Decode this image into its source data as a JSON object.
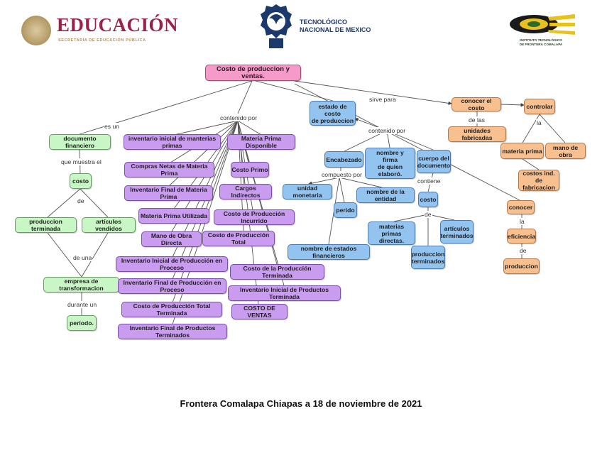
{
  "header": {
    "edu_title": "EDUCACIÓN",
    "edu_subtitle": "SECRETARÍA DE EDUCACIÓN PÚBLICA",
    "tec_line1": "TECNOLÓGICO",
    "tec_line2": "NACIONAL DE MEXICO",
    "inst_line1": "INSTITUTO TECNOLÓGICO",
    "inst_line2": "DE FRONTERA COMALAPA"
  },
  "nodes": {
    "root": "Costo de produccion y ventas.",
    "doc_fin": "documento financiero",
    "costo_g": "costo",
    "prod_term": "produccion terminada",
    "art_vend": "artículos vendidos",
    "empresa": "empresa de transformacion",
    "periodo": "periodo.",
    "p1": "inventario inicial de manterias primas",
    "p2": "Compras Netas de Materia Prima",
    "p3": "Inventario Final de Materia Prima",
    "p4": "Materia Prima Utilizada",
    "p5": "Mano de Obra Directa",
    "p6": "Inventario Inicial de Producción en Proceso",
    "p7": "Inventario Final de Producción en Proceso",
    "p8": "Costo de Producción Total Terminada",
    "p9": "Inventario Final de Productos Terminados",
    "q1": "Materia Prima Disponible",
    "q2": "Costo Primo",
    "q3": "Cargos Indirectos",
    "q4": "Costo de Producción Incurrido",
    "q5": "Costo de Producción Total",
    "q6": "Costo de la Producción Terminada",
    "q7": "Inventario Inicial de Productos Terminada",
    "q8": "COSTO DE VENTAS",
    "estado": "estado de costo\nde produccion",
    "encab": "Encabezado",
    "nombre_firma": "nombre y\nfirma\nde quien elaboró.",
    "cuerpo": "cuerpo del\ndocumento",
    "unidad": "unidad monetaria",
    "periodo_b": "perido",
    "nombre_ent": "nombre de la entidad",
    "nombre_est": "nombre de estados financieros",
    "costo_b": "costo",
    "mat_dir": "materias primas\ndirectas.",
    "art_term": "artículos\nterminados",
    "prod_term_b": "produccion\nterminados",
    "conocer_costo": "conocer el costo",
    "unidades": "unidades fabricadas",
    "controlar": "controlar",
    "mat_prima": "materia prima",
    "mano_obra": "mano de obra",
    "costos_ind": "costos ind.\nde fabricacion",
    "conocer": "conocer",
    "eficiencia": "eficiencia",
    "produccion": "produccion"
  },
  "labels": {
    "es_un": "es un",
    "contenido_por": "contenido por",
    "sirve_para": "sirve para",
    "que_muestra": "que muestra el",
    "de": "de",
    "de_una": "de una",
    "durante_un": "durante un",
    "contenido_por_2": "contenido por",
    "compuesto_por": "compuesto por",
    "contiene": "contiene",
    "de_2": "de",
    "de_las": "de las",
    "la": "la",
    "la_2": "la",
    "de_3": "de"
  },
  "footer": "Frontera Comalapa Chiapas a 18 de noviembre de 2021"
}
